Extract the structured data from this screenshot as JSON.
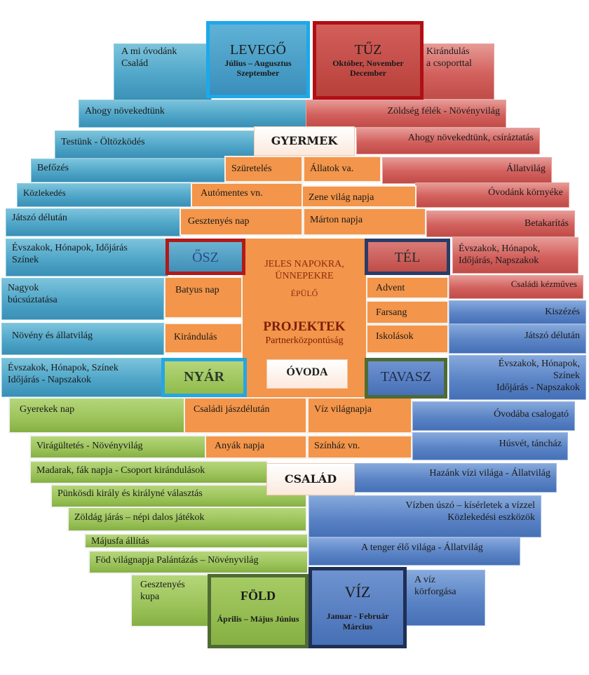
{
  "seasons": {
    "levego": {
      "title": "LEVEGŐ",
      "months": "Július – Augusztus Szeptember"
    },
    "tuz": {
      "title": "TŰZ",
      "months": "Október, November December"
    },
    "fold": {
      "title": "FÖLD",
      "months": "Április – Május Június"
    },
    "viz": {
      "title": "VÍZ",
      "months": "Januar - Február Március"
    },
    "osz": "ŐSZ",
    "tel": "TÉL",
    "nyar": "NYÁR",
    "tavasz": "TAVASZ"
  },
  "center": {
    "gyermek": "GYERMEK",
    "csalad": "CSALÁD",
    "ovoda": "ÓVODA",
    "line1": "JELES NAPOKRA,",
    "line2": "ÜNNEPEKRE",
    "line3": "ÉPÜLŐ",
    "projektek": "PROJEKTEK",
    "partner": "Partnerközpontúság"
  },
  "left_blue": [
    "A mi óvodánk",
    "Család",
    "Ahogy növekedtünk",
    "Testünk - Öltözködés",
    "Befőzés",
    "Közlekedés",
    "Játszó délután",
    "Évszakok, Hónapok, Időjárás",
    "Színek",
    "Nagyok",
    "búcsúztatása",
    "Növény és állatvilág",
    "Évszakok, Hónapok, Színek",
    "Időjárás - Napszakok"
  ],
  "right_red": [
    "Kirándulás",
    "a csoporttal",
    "Zöldség félék - Növényvilág",
    "Ahogy növekedtünk, csíráztatás",
    "Állatvilág",
    "Óvodánk környéke",
    "Betakarítás",
    "Évszakok, Hónapok,",
    "Időjárás, Napszakok",
    "Családi kézműves"
  ],
  "right_dblue": [
    "Kiszézés",
    "Játszó délután",
    "Évszakok, Hónapok,",
    "Színek",
    "Időjárás - Napszakok",
    "Óvodába csalogató",
    "Húsvét, táncház",
    "Hazánk vízi világa - Állatvilág",
    "Vízben úszó – kísérletek a vízzel",
    "Közlekedési eszközök",
    "A tenger élő világa - Állatvilág",
    "A víz",
    "körforgása"
  ],
  "left_green": [
    "Gyerekek nap",
    "Virágültetés - Növényvilág",
    "Madarak, fák napja - Csoport kirándulások",
    "Pünkösdi király és királyné választás",
    "Zöldág járás – népi dalos játékok",
    "Májusfa állítás",
    "Föd világnapja Palántázás – Növényvilág",
    "Gesztenyés",
    "kupa"
  ],
  "orange": [
    "Szüretelés",
    "Állatok va.",
    "Autómentes vn.",
    "Zene világ napja",
    "Gesztenyés nap",
    "Márton napja",
    "Batyus nap",
    "Kirándulás",
    "Advent",
    "Farsang",
    "Iskolások",
    "Családi jászdélután",
    "Víz világnapja",
    "Anyák napja",
    "Színház vn."
  ],
  "colors": {
    "blue": "#4fa6c8",
    "red": "#c9504c",
    "dblue": "#4d78bc",
    "green": "#9bc35a",
    "orange": "#f3954a"
  }
}
